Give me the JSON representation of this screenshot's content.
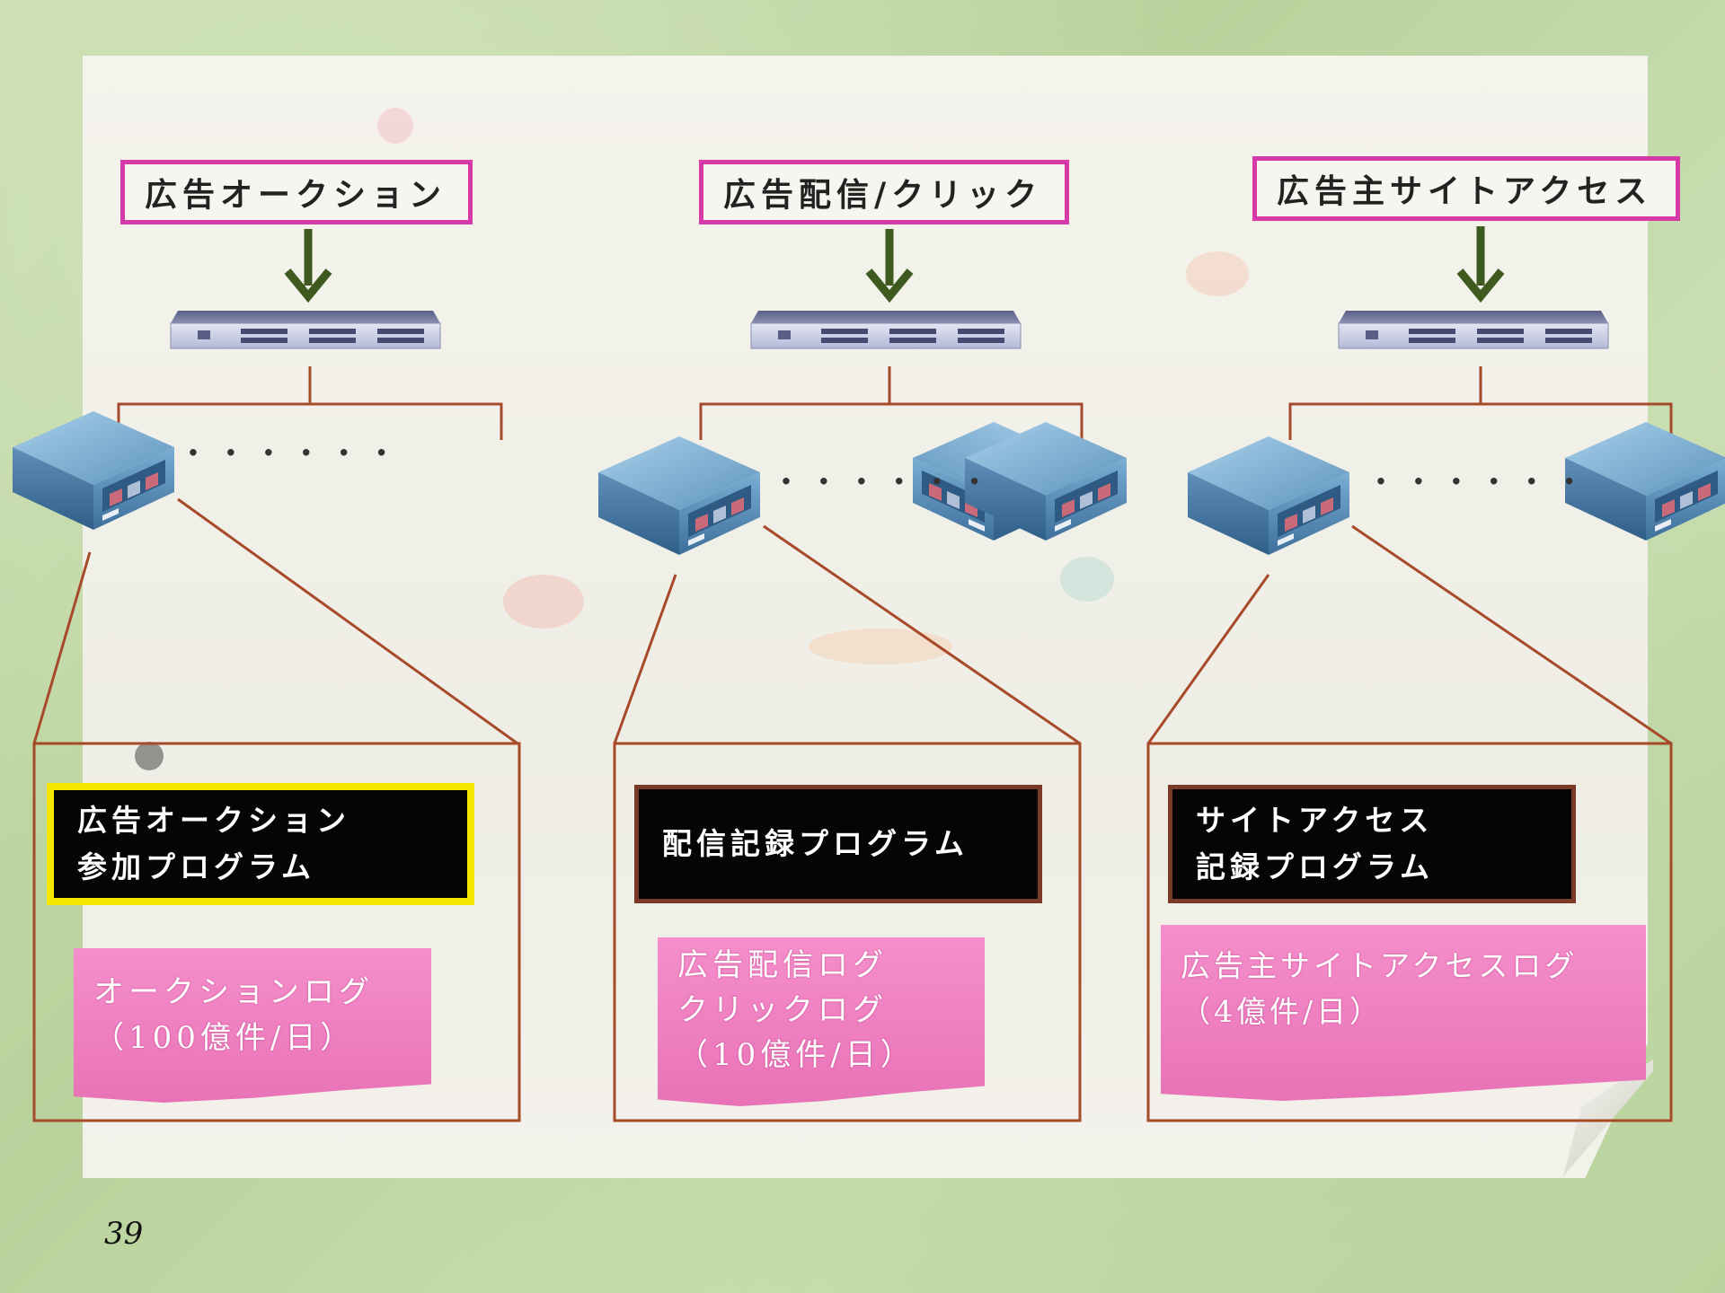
{
  "columns": [
    {
      "title": "広告オークション",
      "program": [
        "広告オークション",
        "参加プログラム"
      ],
      "log": [
        "オークションログ",
        "（100億件/日）"
      ]
    },
    {
      "title": "広告配信/クリック",
      "program": [
        "配信記録プログラム"
      ],
      "log": [
        "広告配信ログ",
        "クリックログ",
        "（10億件/日）"
      ]
    },
    {
      "title": "広告主サイトアクセス",
      "program": [
        "サイトアクセス",
        "記録プログラム"
      ],
      "log": [
        "広告主サイトアクセスログ",
        "（4億件/日）"
      ]
    }
  ],
  "ellipsis": "......",
  "page_number": "39",
  "colors": {
    "title_border": "#d63aa6",
    "program_bg": "#050505",
    "program_highlight": "#f5e600",
    "log_bg": "#f58fcb",
    "arrow": "#3f5a1f",
    "connector": "#a64a2a"
  }
}
